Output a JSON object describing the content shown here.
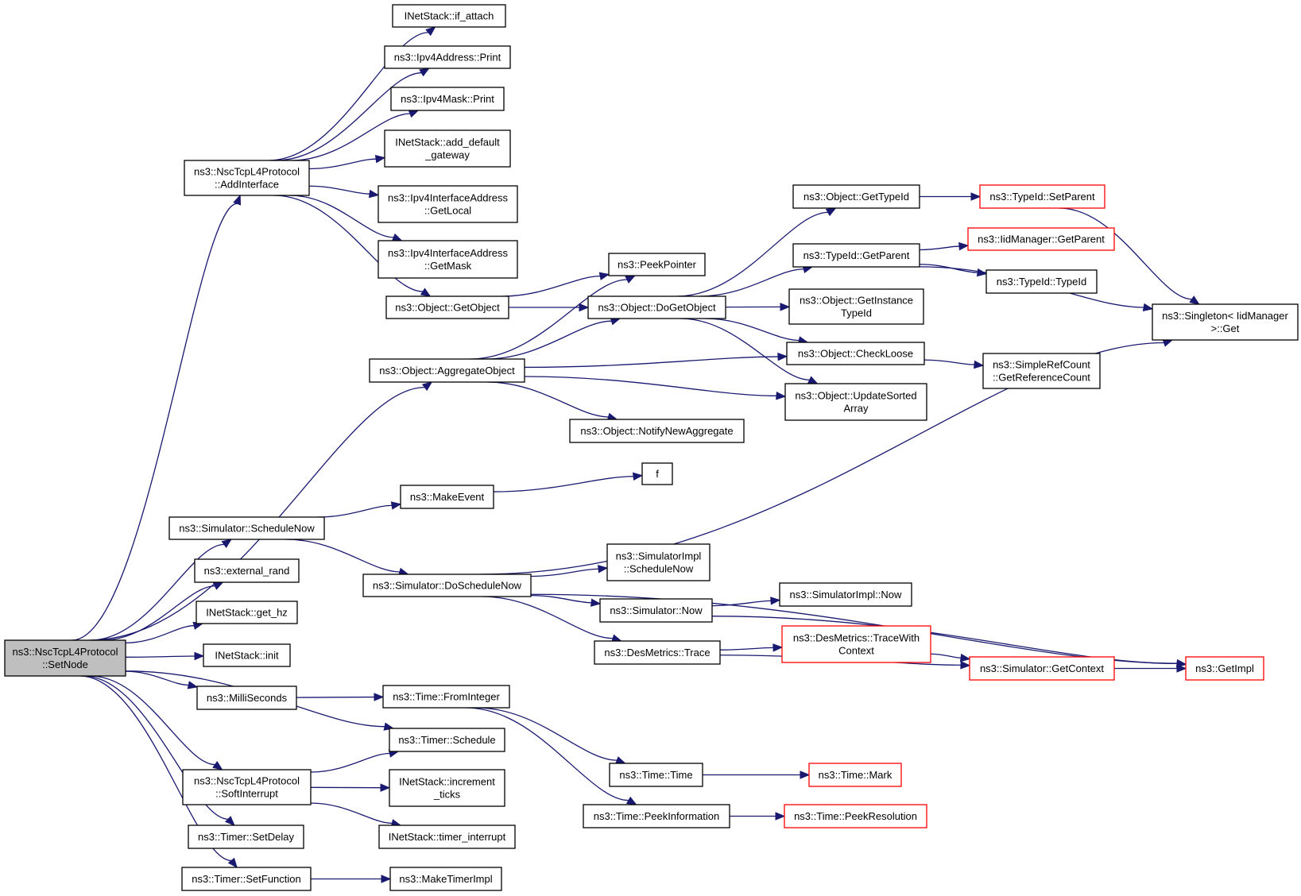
{
  "colors": {
    "edge": "#191970",
    "node_border": "#000000",
    "truncated_border": "#ff0000",
    "root_fill": "#bfbfbf",
    "node_fill": "#ffffff"
  },
  "nodes": [
    {
      "id": "setnode",
      "lines": [
        "ns3::NscTcpL4Protocol",
        "::SetNode"
      ],
      "style": "root"
    },
    {
      "id": "addinterface",
      "lines": [
        "ns3::NscTcpL4Protocol",
        "::AddInterface"
      ],
      "style": "normal"
    },
    {
      "id": "if_attach",
      "lines": [
        "INetStack::if_attach"
      ],
      "style": "normal"
    },
    {
      "id": "ipv4addr_print",
      "lines": [
        "ns3::Ipv4Address::Print"
      ],
      "style": "normal"
    },
    {
      "id": "ipv4mask_print",
      "lines": [
        "ns3::Ipv4Mask::Print"
      ],
      "style": "normal"
    },
    {
      "id": "add_default_gateway",
      "lines": [
        "INetStack::add_default",
        "_gateway"
      ],
      "style": "normal"
    },
    {
      "id": "getlocal",
      "lines": [
        "ns3::Ipv4InterfaceAddress",
        "::GetLocal"
      ],
      "style": "normal"
    },
    {
      "id": "getmask",
      "lines": [
        "ns3::Ipv4InterfaceAddress",
        "::GetMask"
      ],
      "style": "normal"
    },
    {
      "id": "getobject",
      "lines": [
        "ns3::Object::GetObject"
      ],
      "style": "normal"
    },
    {
      "id": "peekpointer",
      "lines": [
        "ns3::PeekPointer"
      ],
      "style": "normal"
    },
    {
      "id": "dogetobject",
      "lines": [
        "ns3::Object::DoGetObject"
      ],
      "style": "normal"
    },
    {
      "id": "gettypeid",
      "lines": [
        "ns3::Object::GetTypeId"
      ],
      "style": "normal"
    },
    {
      "id": "typeid_setparent",
      "lines": [
        "ns3::TypeId::SetParent"
      ],
      "style": "truncated"
    },
    {
      "id": "typeid_getparent",
      "lines": [
        "ns3::TypeId::GetParent"
      ],
      "style": "normal"
    },
    {
      "id": "iidmanager_getparent",
      "lines": [
        "ns3::IidManager::GetParent"
      ],
      "style": "truncated"
    },
    {
      "id": "typeid_typeid",
      "lines": [
        "ns3::TypeId::TypeId"
      ],
      "style": "normal"
    },
    {
      "id": "singleton_get",
      "lines": [
        "ns3::Singleton< IidManager",
        ">::Get"
      ],
      "style": "normal"
    },
    {
      "id": "getinstancetypeid",
      "lines": [
        "ns3::Object::GetInstance",
        "TypeId"
      ],
      "style": "normal"
    },
    {
      "id": "aggregateobject",
      "lines": [
        "ns3::Object::AggregateObject"
      ],
      "style": "normal"
    },
    {
      "id": "checkloose",
      "lines": [
        "ns3::Object::CheckLoose"
      ],
      "style": "normal"
    },
    {
      "id": "getreferencecount",
      "lines": [
        "ns3::SimpleRefCount",
        "::GetReferenceCount"
      ],
      "style": "normal"
    },
    {
      "id": "updatesortedarray",
      "lines": [
        "ns3::Object::UpdateSorted",
        "Array"
      ],
      "style": "normal"
    },
    {
      "id": "notifynewaggregate",
      "lines": [
        "ns3::Object::NotifyNewAggregate"
      ],
      "style": "normal"
    },
    {
      "id": "makeevent",
      "lines": [
        "ns3::MakeEvent"
      ],
      "style": "normal"
    },
    {
      "id": "f",
      "lines": [
        "f"
      ],
      "style": "normal"
    },
    {
      "id": "schedulenow",
      "lines": [
        "ns3::Simulator::ScheduleNow"
      ],
      "style": "normal"
    },
    {
      "id": "external_rand",
      "lines": [
        "ns3::external_rand"
      ],
      "style": "normal"
    },
    {
      "id": "doschedulenow",
      "lines": [
        "ns3::Simulator::DoScheduleNow"
      ],
      "style": "normal"
    },
    {
      "id": "simimpl_schedulenow",
      "lines": [
        "ns3::SimulatorImpl",
        "::ScheduleNow"
      ],
      "style": "normal"
    },
    {
      "id": "simulator_now",
      "lines": [
        "ns3::Simulator::Now"
      ],
      "style": "normal"
    },
    {
      "id": "simimpl_now",
      "lines": [
        "ns3::SimulatorImpl::Now"
      ],
      "style": "normal"
    },
    {
      "id": "get_hz",
      "lines": [
        "INetStack::get_hz"
      ],
      "style": "normal"
    },
    {
      "id": "desmetrics_trace",
      "lines": [
        "ns3::DesMetrics::Trace"
      ],
      "style": "normal"
    },
    {
      "id": "tracewithcontext",
      "lines": [
        "ns3::DesMetrics::TraceWith",
        "Context"
      ],
      "style": "truncated"
    },
    {
      "id": "getcontext",
      "lines": [
        "ns3::Simulator::GetContext"
      ],
      "style": "truncated"
    },
    {
      "id": "getimpl",
      "lines": [
        "ns3::GetImpl"
      ],
      "style": "truncated"
    },
    {
      "id": "init",
      "lines": [
        "INetStack::init"
      ],
      "style": "normal"
    },
    {
      "id": "milliseconds",
      "lines": [
        "ns3::MilliSeconds"
      ],
      "style": "normal"
    },
    {
      "id": "frominteger",
      "lines": [
        "ns3::Time::FromInteger"
      ],
      "style": "normal"
    },
    {
      "id": "timer_schedule",
      "lines": [
        "ns3::Timer::Schedule"
      ],
      "style": "normal"
    },
    {
      "id": "softinterrupt",
      "lines": [
        "ns3::NscTcpL4Protocol",
        "::SoftInterrupt"
      ],
      "style": "normal"
    },
    {
      "id": "increment_ticks",
      "lines": [
        "INetStack::increment",
        "_ticks"
      ],
      "style": "normal"
    },
    {
      "id": "time_time",
      "lines": [
        "ns3::Time::Time"
      ],
      "style": "normal"
    },
    {
      "id": "time_mark",
      "lines": [
        "ns3::Time::Mark"
      ],
      "style": "truncated"
    },
    {
      "id": "peekinformation",
      "lines": [
        "ns3::Time::PeekInformation"
      ],
      "style": "normal"
    },
    {
      "id": "peekresolution",
      "lines": [
        "ns3::Time::PeekResolution"
      ],
      "style": "truncated"
    },
    {
      "id": "setdelay",
      "lines": [
        "ns3::Timer::SetDelay"
      ],
      "style": "normal"
    },
    {
      "id": "timer_interrupt",
      "lines": [
        "INetStack::timer_interrupt"
      ],
      "style": "normal"
    },
    {
      "id": "setfunction",
      "lines": [
        "ns3::Timer::SetFunction"
      ],
      "style": "normal"
    },
    {
      "id": "maketimerimpl",
      "lines": [
        "ns3::MakeTimerImpl"
      ],
      "style": "normal"
    }
  ],
  "edges": [
    [
      "setnode",
      "addinterface"
    ],
    [
      "setnode",
      "aggregateobject"
    ],
    [
      "setnode",
      "schedulenow"
    ],
    [
      "setnode",
      "external_rand"
    ],
    [
      "setnode",
      "get_hz"
    ],
    [
      "setnode",
      "init"
    ],
    [
      "setnode",
      "milliseconds"
    ],
    [
      "setnode",
      "timer_schedule"
    ],
    [
      "setnode",
      "softinterrupt"
    ],
    [
      "setnode",
      "setdelay"
    ],
    [
      "setnode",
      "setfunction"
    ],
    [
      "addinterface",
      "if_attach"
    ],
    [
      "addinterface",
      "ipv4addr_print"
    ],
    [
      "addinterface",
      "ipv4mask_print"
    ],
    [
      "addinterface",
      "add_default_gateway"
    ],
    [
      "addinterface",
      "getlocal"
    ],
    [
      "addinterface",
      "getmask"
    ],
    [
      "addinterface",
      "getobject"
    ],
    [
      "getobject",
      "peekpointer"
    ],
    [
      "getobject",
      "dogetobject"
    ],
    [
      "dogetobject",
      "gettypeid"
    ],
    [
      "dogetobject",
      "typeid_getparent"
    ],
    [
      "dogetobject",
      "getinstancetypeid"
    ],
    [
      "dogetobject",
      "checkloose"
    ],
    [
      "dogetobject",
      "updatesortedarray"
    ],
    [
      "gettypeid",
      "typeid_setparent"
    ],
    [
      "typeid_setparent",
      "singleton_get"
    ],
    [
      "typeid_getparent",
      "iidmanager_getparent"
    ],
    [
      "typeid_getparent",
      "typeid_typeid"
    ],
    [
      "typeid_getparent",
      "singleton_get"
    ],
    [
      "aggregateobject",
      "peekpointer"
    ],
    [
      "aggregateobject",
      "dogetobject"
    ],
    [
      "aggregateobject",
      "checkloose"
    ],
    [
      "aggregateobject",
      "updatesortedarray"
    ],
    [
      "aggregateobject",
      "notifynewaggregate"
    ],
    [
      "checkloose",
      "getreferencecount"
    ],
    [
      "schedulenow",
      "makeevent"
    ],
    [
      "schedulenow",
      "doschedulenow"
    ],
    [
      "makeevent",
      "f"
    ],
    [
      "doschedulenow",
      "singleton_get"
    ],
    [
      "doschedulenow",
      "simimpl_schedulenow"
    ],
    [
      "doschedulenow",
      "simulator_now"
    ],
    [
      "doschedulenow",
      "desmetrics_trace"
    ],
    [
      "doschedulenow",
      "getimpl"
    ],
    [
      "simulator_now",
      "simimpl_now"
    ],
    [
      "simulator_now",
      "getimpl"
    ],
    [
      "desmetrics_trace",
      "tracewithcontext"
    ],
    [
      "desmetrics_trace",
      "getcontext"
    ],
    [
      "tracewithcontext",
      "getcontext"
    ],
    [
      "getcontext",
      "getimpl"
    ],
    [
      "milliseconds",
      "frominteger"
    ],
    [
      "frominteger",
      "time_time"
    ],
    [
      "frominteger",
      "peekinformation"
    ],
    [
      "time_time",
      "time_mark"
    ],
    [
      "peekinformation",
      "peekresolution"
    ],
    [
      "softinterrupt",
      "timer_schedule"
    ],
    [
      "softinterrupt",
      "increment_ticks"
    ],
    [
      "softinterrupt",
      "timer_interrupt"
    ],
    [
      "setfunction",
      "maketimerimpl"
    ]
  ]
}
